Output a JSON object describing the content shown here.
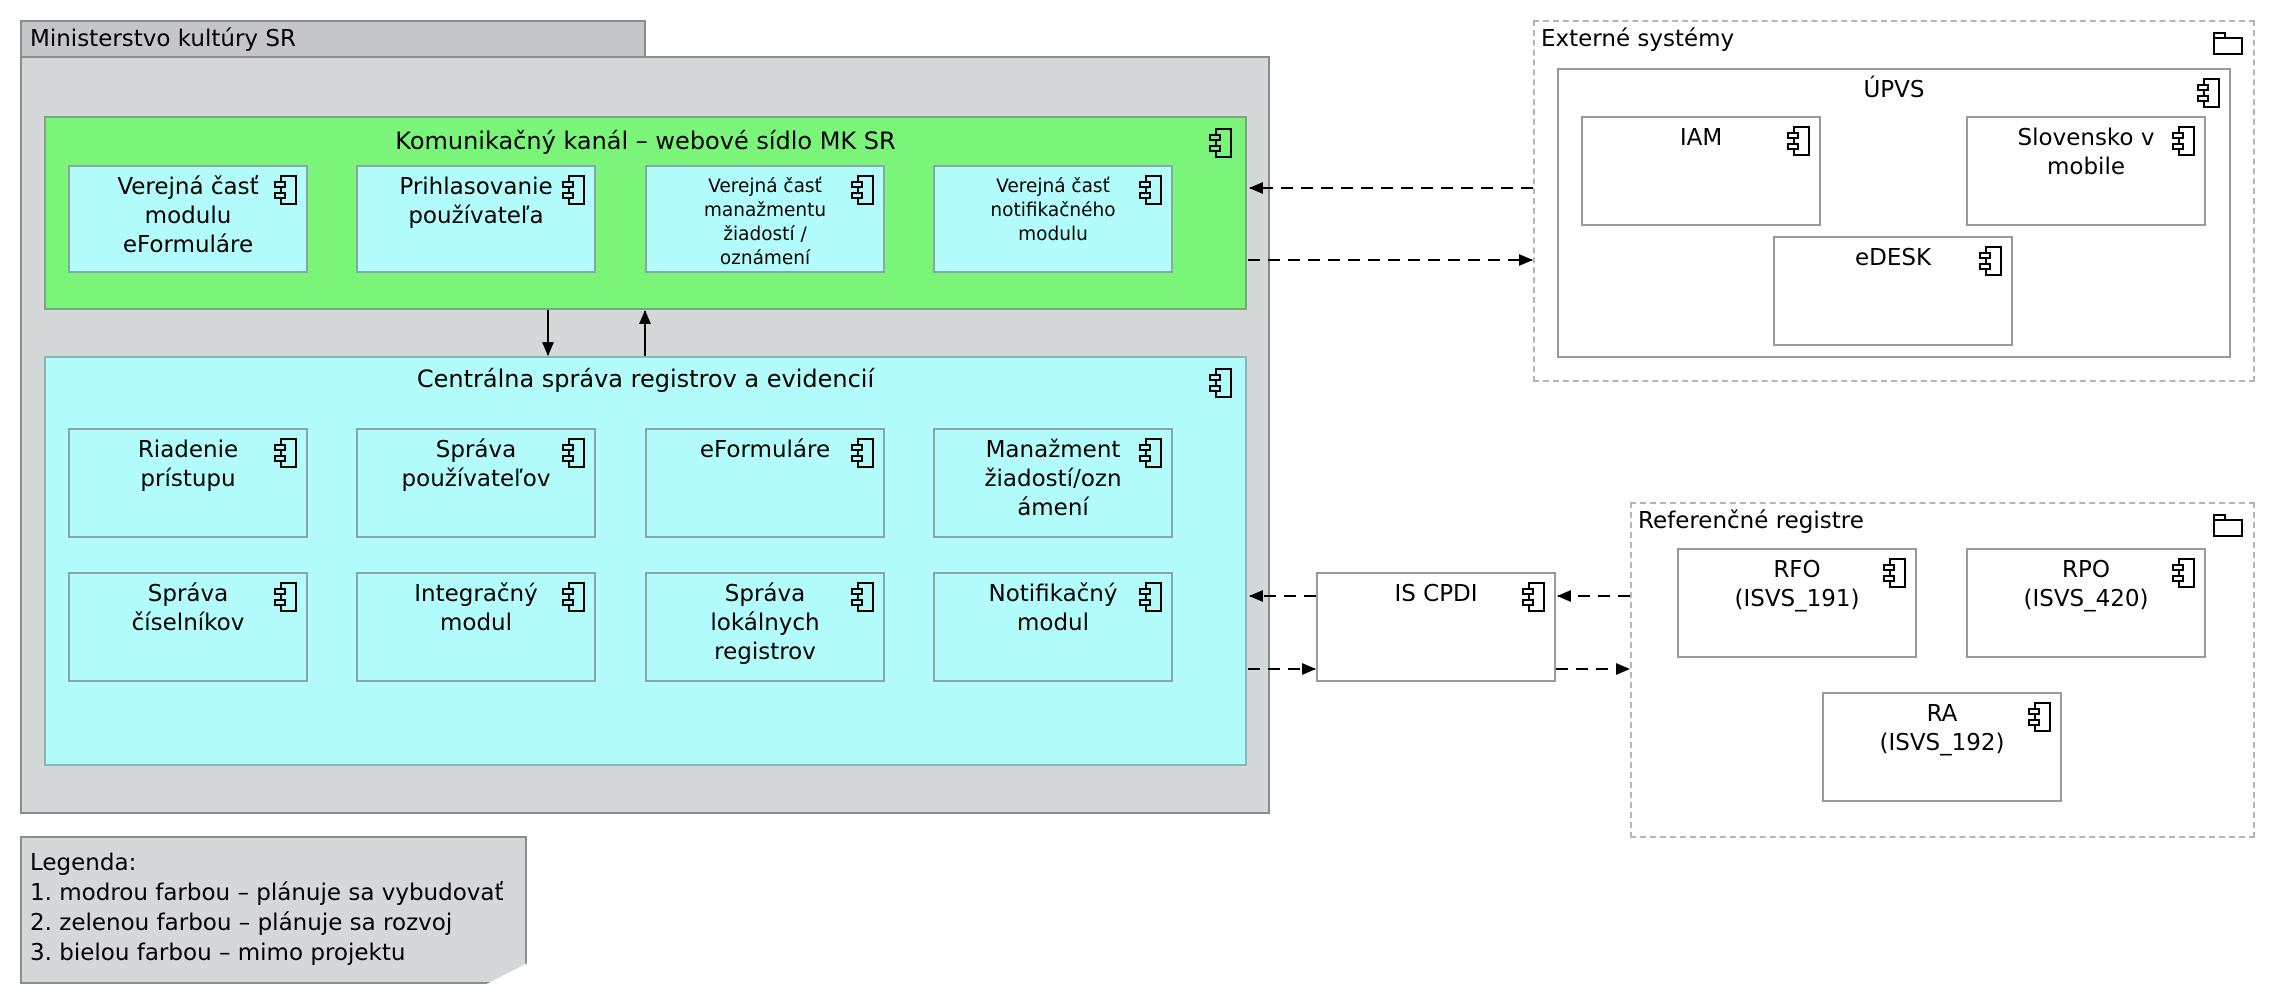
{
  "ministry": {
    "title": "Ministerstvo kultúry SR",
    "channel": {
      "title": "Komunikačný kanál – webové sídlo MK SR",
      "components": [
        "Verejná časť\nmodulu\neFormuláre",
        "Prihlasovanie\npoužívateľa",
        "Verejná časť\nmanažmentu\nžiadostí /\noznámení",
        "Verejná časť\nnotifikačného\nmodulu"
      ]
    },
    "central": {
      "title": "Centrálna správa registrov a evidencií",
      "components": [
        "Riadenie\nprístupu",
        "Správa\npoužívateľov",
        "eFormuláre",
        "Manažment\nžiadostí/ozn\námení",
        "Správa\nčíselníkov",
        "Integračný\nmodul",
        "Správa\nlokálnych\nregistrov",
        "Notifikačný\nmodul"
      ]
    }
  },
  "external": {
    "title": "Externé systémy",
    "upvs": {
      "title": "ÚPVS",
      "components": [
        "IAM",
        "Slovensko v\nmobile",
        "eDESK"
      ]
    }
  },
  "iscpdi": {
    "label": "IS CPDI"
  },
  "reference": {
    "title": "Referenčné registre",
    "components": [
      "RFO\n(ISVS_191)",
      "RPO\n(ISVS_420)",
      "RA\n(ISVS_192)"
    ]
  },
  "legend": {
    "title": "Legenda:",
    "items": [
      "1. modrou farbou – plánuje sa vybudovať",
      "2. zelenou farbou – plánuje sa rozvoj",
      "3. bielou farbou – mimo projektu"
    ]
  },
  "colors": {
    "planned_new": "#b3fcfc",
    "planned_development": "#7af57a",
    "out_of_scope": "#ffffff",
    "package": "#d5d8d9"
  }
}
